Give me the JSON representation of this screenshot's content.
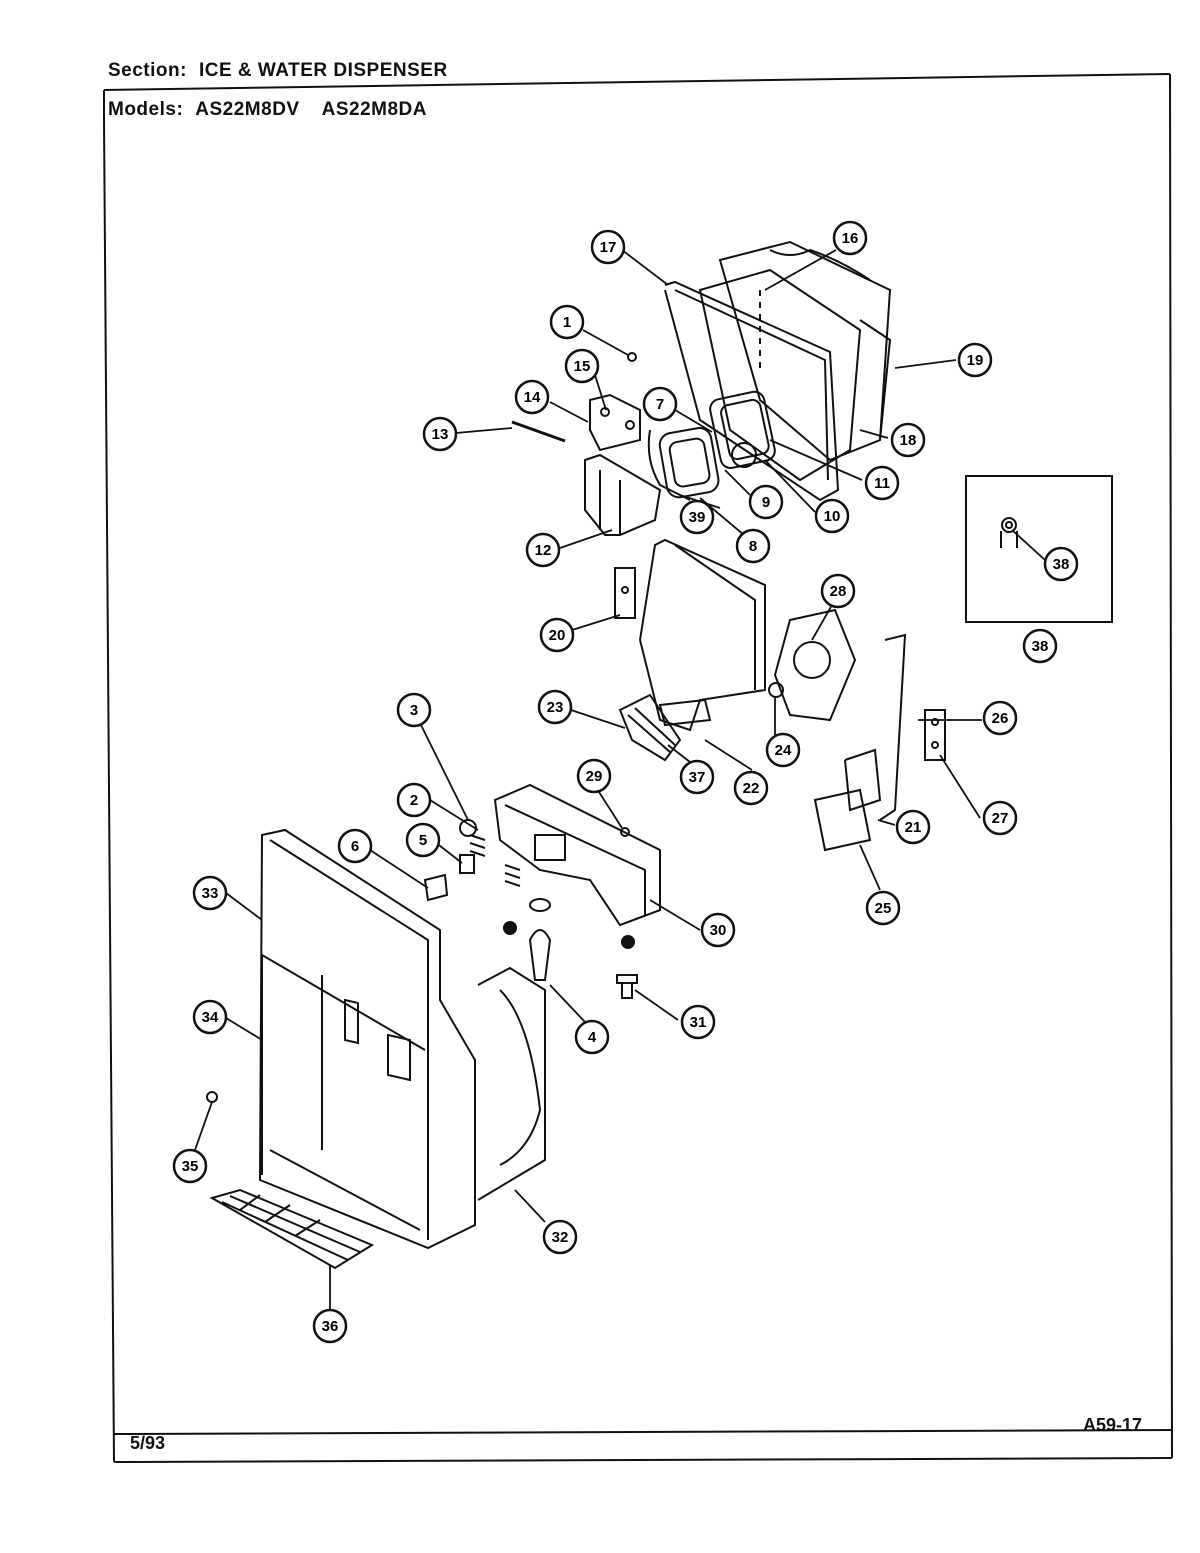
{
  "header": {
    "section_label": "Section:",
    "section_value": "ICE & WATER DISPENSER",
    "models_label": "Models:",
    "model_1": "AS22M8DV",
    "model_2": "AS22M8DA"
  },
  "footer": {
    "date": "5/93",
    "page_code": "A59-17"
  },
  "callouts": {
    "c1": "1",
    "c2": "2",
    "c3": "3",
    "c4": "4",
    "c5": "5",
    "c6": "6",
    "c7": "7",
    "c8": "8",
    "c9": "9",
    "c10": "10",
    "c11": "11",
    "c12": "12",
    "c13": "13",
    "c14": "14",
    "c15": "15",
    "c16": "16",
    "c17": "17",
    "c18": "18",
    "c19": "19",
    "c20": "20",
    "c21": "21",
    "c22": "22",
    "c23": "23",
    "c24": "24",
    "c25": "25",
    "c26": "26",
    "c27": "27",
    "c28": "28",
    "c29": "29",
    "c30": "30",
    "c31": "31",
    "c32": "32",
    "c33": "33",
    "c34": "34",
    "c35": "35",
    "c36": "36",
    "c37": "37",
    "c38a": "38",
    "c38b": "38",
    "c39": "39"
  }
}
